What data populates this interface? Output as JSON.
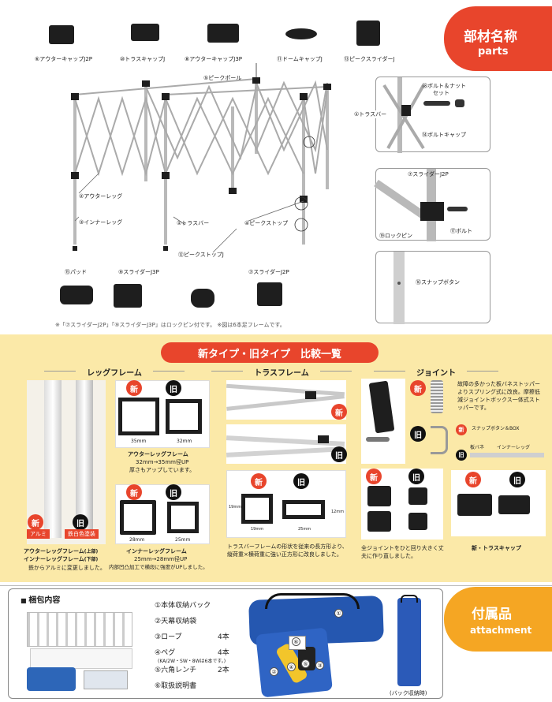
{
  "header": {
    "title": "部材名称",
    "subtitle": "parts"
  },
  "top_labels": {
    "l6": "⑥アウターキャップJ2P",
    "l10": "⑩トラスキャップJ",
    "l8": "⑧アウターキャップJ3P",
    "l11": "⑪ドームキャップJ",
    "l13": "⑬ピークスライダーJ",
    "l5": "⑤ピークポール"
  },
  "frame_labels": {
    "outer_leg": "②アウターレッグ",
    "inner_leg": "③インナーレッグ",
    "truss": "①トラスバー",
    "peak_stop": "④ピークストップ",
    "pad": "⑮パッド",
    "slider_j3p": "⑨スライダーJ3P",
    "peak_stop_j": "⑫ピークストップJ",
    "slider_j2p": "⑦スライダーJ2P"
  },
  "callouts": {
    "c1_truss": "①トラスバー",
    "c1_bolt_nut": "⑱ボルト＆ナット",
    "c1_set": "セット",
    "c1_bolt_cap": "⑭ボルトキャップ",
    "c2_slider": "⑦スライダーJ2P",
    "c2_lockpin": "⑲ロックピン",
    "c2_bolt": "⑰ボルト",
    "c3_snap": "⑯スナップボタン"
  },
  "note": "※「⑦スライダーJ2P」「⑨スライダーJ3P」はロックピン付です。 ※図は6本足フレームです。",
  "compare": {
    "title": "新タイプ・旧タイプ　比較一覧",
    "leg": {
      "title": "レッグフレーム",
      "alu": "アルミ",
      "steel": "鉄白色塗装",
      "cap1": "アウターレッグフレーム",
      "cap1b": "(上部)",
      "cap2": "インナーレッグフレーム",
      "cap2b": "(下部)",
      "desc": "鉄からアルミに変更しました。",
      "outer_new_dim": "35mm",
      "outer_old_dim": "32mm",
      "outer_title": "アウターレッグフレーム",
      "outer_desc1": "32mm→35mm径UP",
      "outer_desc2": "厚さもアップしています。",
      "inner_new_dim": "28mm",
      "inner_old_dim": "25mm",
      "inner_title": "インナーレッグフレーム",
      "inner_desc1": "25mm→28mm径UP",
      "inner_desc2": "内部凹凸加工で横段に強度がUPしました。"
    },
    "truss": {
      "title": "トラスフレーム",
      "dim_new_h": "19mm",
      "dim_new_w": "19mm",
      "dim_old_w": "25mm",
      "dim_old_h": "12mm",
      "desc": "トラスバーフレームの形状を従来の長方形より、縦荷重×横荷重に強い正方形に改良しました。"
    },
    "joint": {
      "title": "ジョイント",
      "desc": "故障の多かった板バネストッパーよりスプリング式に改良。摩擦低減ジョイントボックス一体式ストッパーです。",
      "snap_box": "スナップボタン＆BOX",
      "leaf": "板バネ",
      "inner": "インナーレッグ",
      "joint_desc": "全ジョイントをひと回り大きく丈夫に作り直しました。",
      "truss_cap": "新・トラスキャップ"
    },
    "new_mark": "新",
    "old_mark": "旧"
  },
  "package": {
    "title": "梱包内容",
    "items": [
      "①本体収納バック",
      "②天幕収納袋",
      "③ロープ",
      "④ペグ",
      "⑤六角レンチ",
      "⑥取扱説明書"
    ],
    "qty3": "4本",
    "qty4": "4本",
    "qty5": "2本",
    "peg_note": "(KA/2W・SW・8Wは6本です。)",
    "bag_note": "(バック収納時)"
  },
  "attachment": {
    "title": "付属品",
    "subtitle": "attachment"
  }
}
